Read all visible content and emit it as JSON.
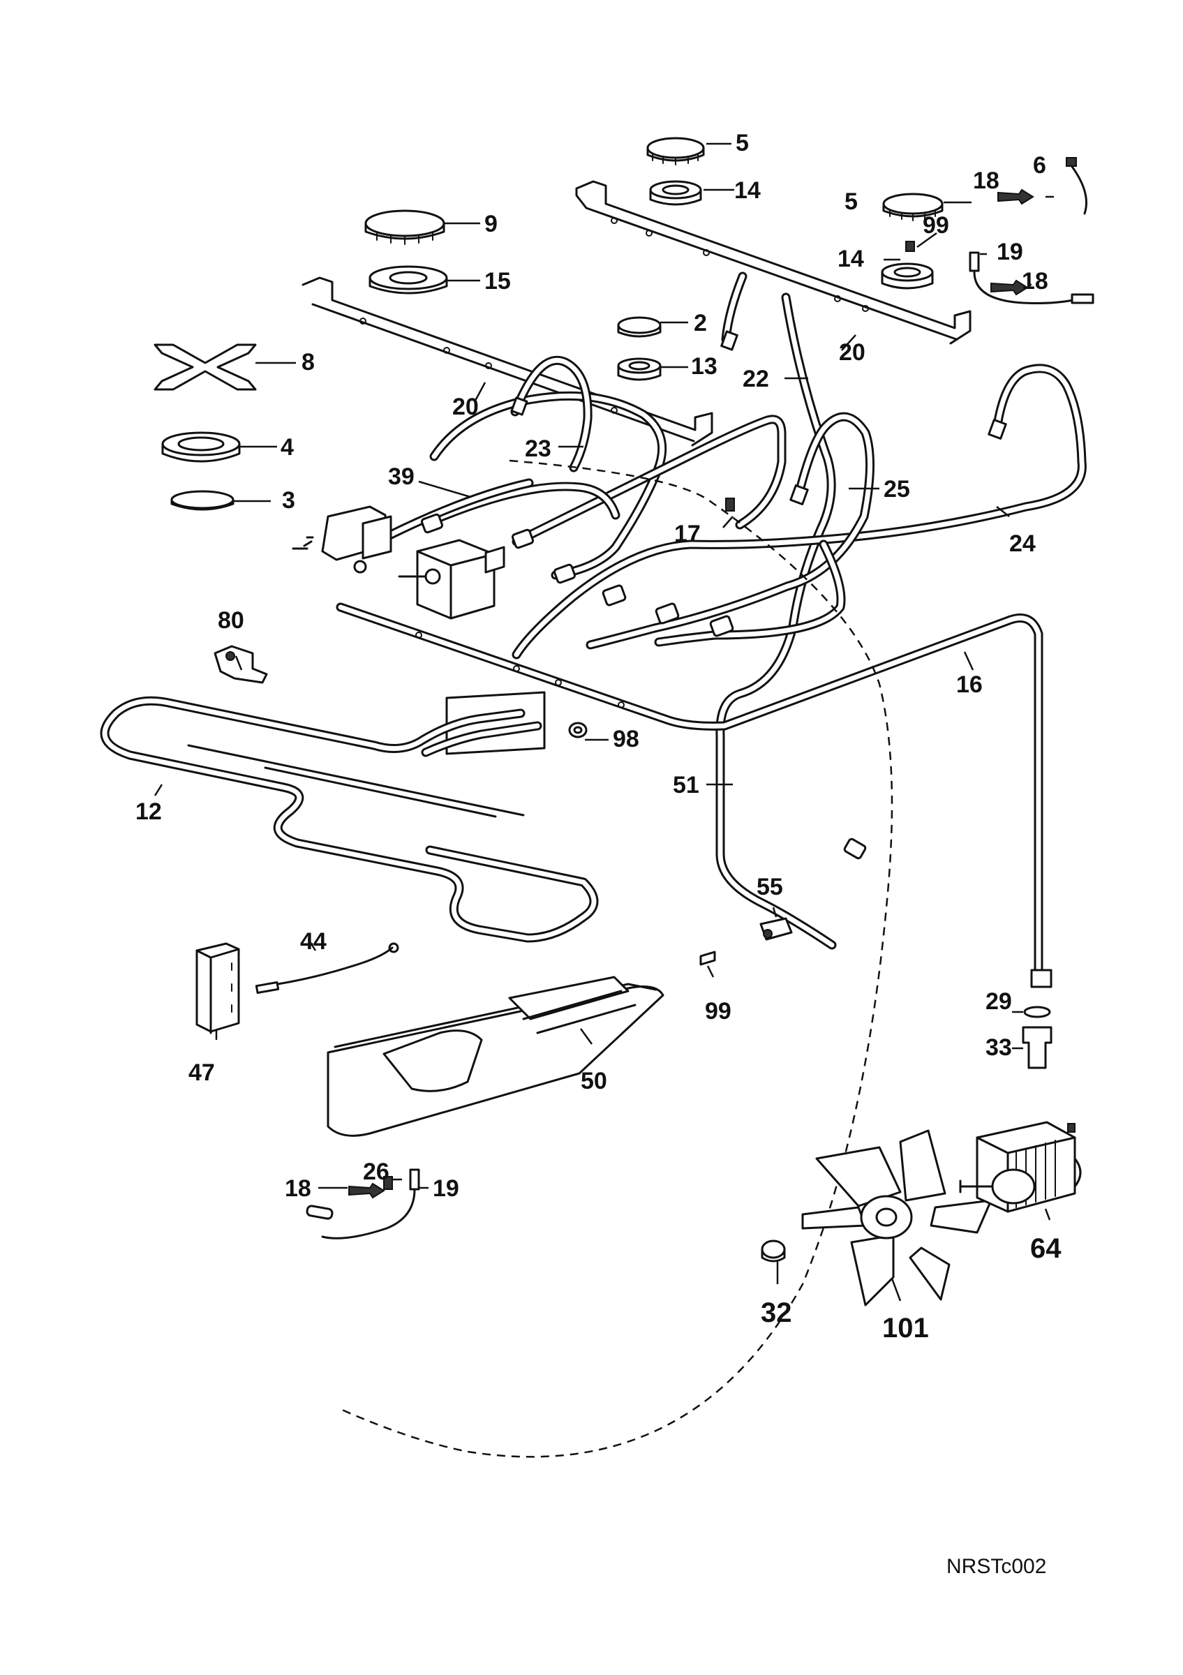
{
  "callouts": [
    "2",
    "3",
    "4",
    "5",
    "5",
    "6",
    "8",
    "9",
    "12",
    "13",
    "14",
    "14",
    "15",
    "16",
    "17",
    "18",
    "18",
    "18",
    "19",
    "19",
    "20",
    "20",
    "22",
    "23",
    "24",
    "25",
    "26",
    "29",
    "32",
    "33",
    "39",
    "44",
    "47",
    "50",
    "51",
    "55",
    "64",
    "80",
    "98",
    "99",
    "99",
    "101"
  ],
  "drawing_code": "NRSTc002"
}
